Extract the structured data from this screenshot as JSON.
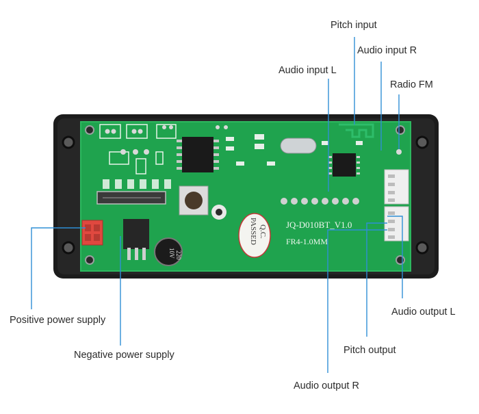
{
  "labels": {
    "pitch_input": "Pitch input",
    "audio_input_r": "Audio input R",
    "audio_input_l": "Audio input L",
    "radio_fm": "Radio FM",
    "positive_power": "Positive power supply",
    "negative_power": "Negative power supply",
    "audio_output_l": "Audio output L",
    "pitch_output": "Pitch output",
    "audio_output_r": "Audio output R"
  },
  "board": {
    "model": "JQ-D010BT_V1.0",
    "material": "FR4-1.0MM",
    "qc_line1": "Q.C.",
    "qc_line2": "PASSED",
    "capacitor_value": "220",
    "capacitor_voltage": "10V"
  },
  "colors": {
    "pcb": "#1fa34e",
    "pcb_dark": "#178a3f",
    "frame": "#1c1c1c",
    "leader": "#2f8fd6",
    "connector_red": "#e0483f"
  }
}
